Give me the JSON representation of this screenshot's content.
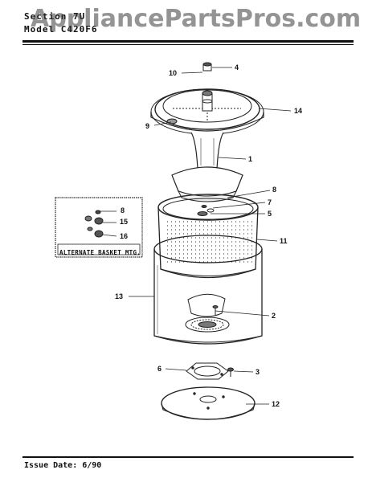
{
  "header": {
    "section_label": "Section 7U",
    "model_label": "Model C420F6",
    "watermark": "AppliancePartsPros.com"
  },
  "inset": {
    "label": "ALTERNATE BASKET MTG."
  },
  "callouts": [
    "10",
    "4",
    "14",
    "9",
    "1",
    "8",
    "7",
    "5",
    "11",
    "8",
    "15",
    "16",
    "13",
    "2",
    "6",
    "3",
    "12"
  ],
  "footer": {
    "issue_date": "Issue Date: 6/90"
  }
}
